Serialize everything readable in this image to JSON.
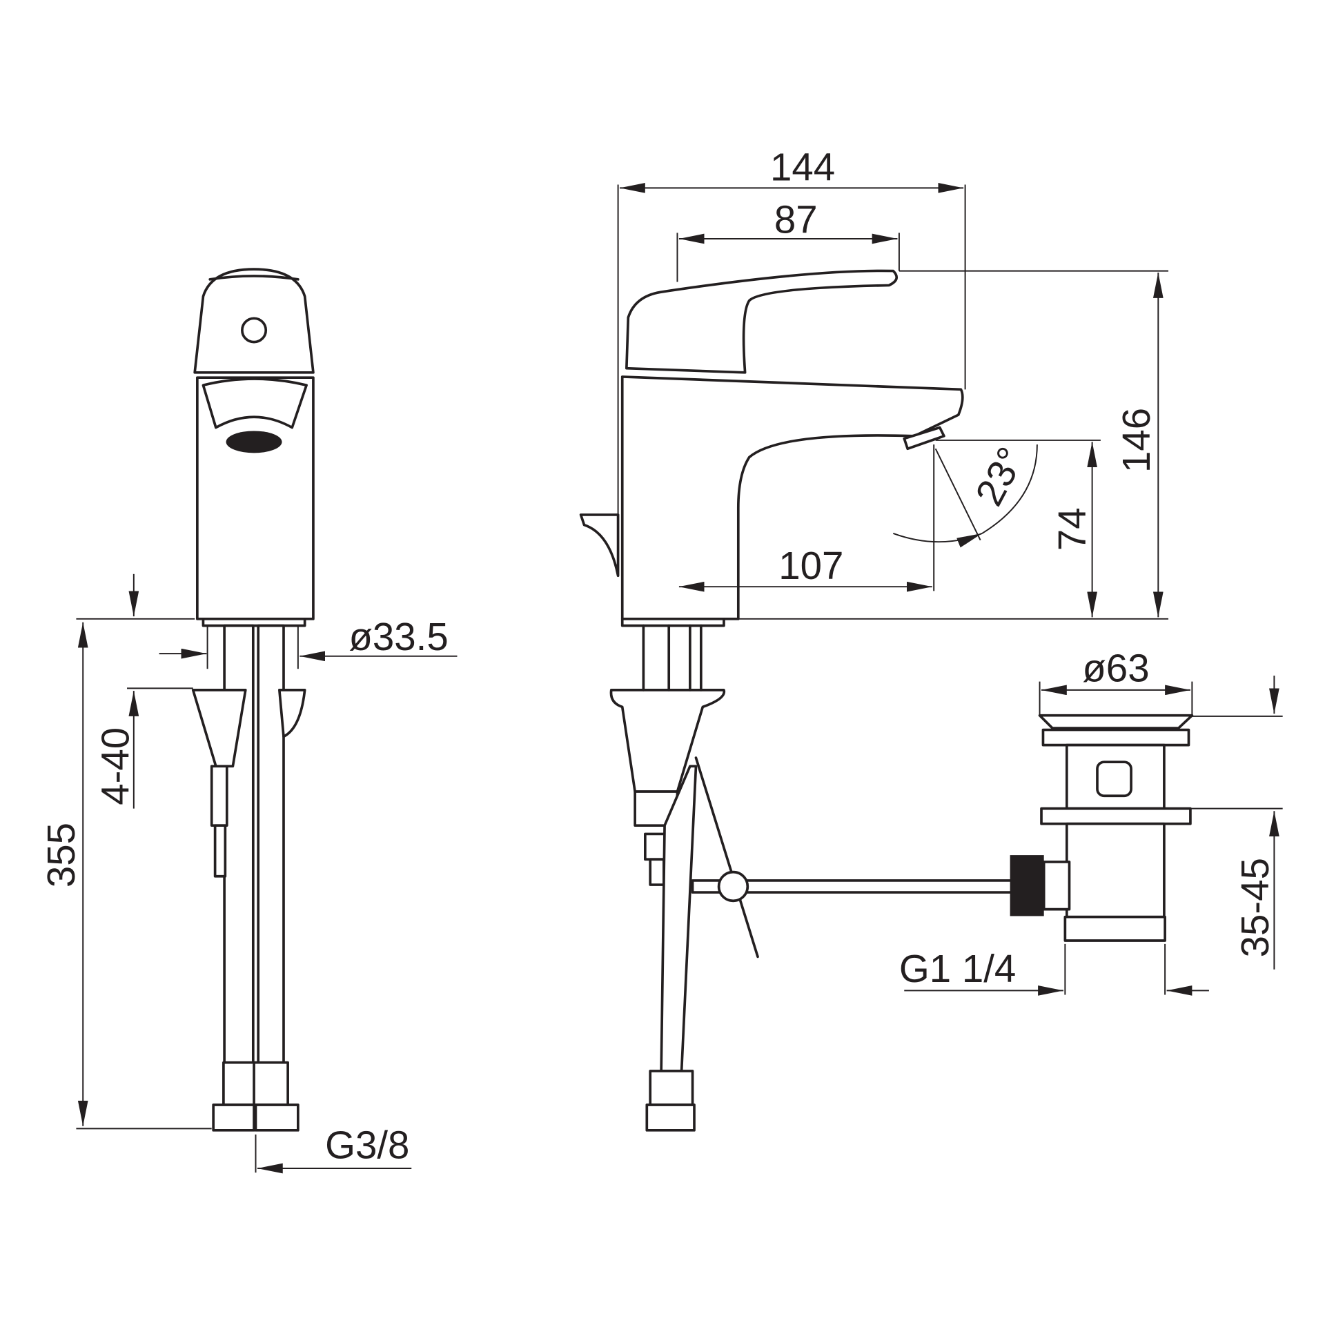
{
  "drawing": {
    "title": "Single-lever basin mixer with pop-up waste — dimension drawing",
    "dimensions": {
      "overall_width": "144",
      "handle_reach": "87",
      "overall_height": "146",
      "spout_height": "74",
      "spout_reach": "107",
      "spout_angle": "23°",
      "body_diameter": "ø33.5",
      "deck_thickness": "4-40",
      "hose_length": "355",
      "hose_thread": "G3/8",
      "waste_diameter": "ø63",
      "waste_deck_thickness": "35-45",
      "waste_thread": "G1 1/4"
    },
    "line_color": "#231f20"
  }
}
